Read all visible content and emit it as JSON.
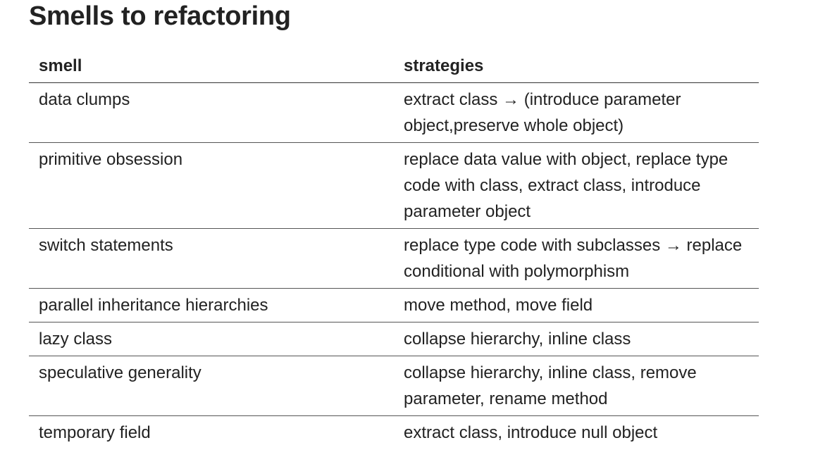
{
  "title": "Smells to refactoring",
  "table": {
    "headers": {
      "smell": "smell",
      "strategies": "strategies"
    },
    "rows": [
      {
        "smell": "data clumps",
        "strategies": "extract class → (introduce parameter object,preserve whole object)"
      },
      {
        "smell": "primitive obsession",
        "strategies": "replace data value with object, replace type code with class, extract class, introduce parameter object"
      },
      {
        "smell": "switch statements",
        "strategies": "replace type code with subclasses → replace conditional with polymorphism"
      },
      {
        "smell": "parallel inheritance hierarchies",
        "strategies": "move method, move field"
      },
      {
        "smell": "lazy class",
        "strategies": "collapse hierarchy, inline class"
      },
      {
        "smell": "speculative generality",
        "strategies": "collapse hierarchy, inline class, remove parameter, rename method"
      },
      {
        "smell": "temporary field",
        "strategies": "extract class, introduce null object"
      }
    ]
  }
}
